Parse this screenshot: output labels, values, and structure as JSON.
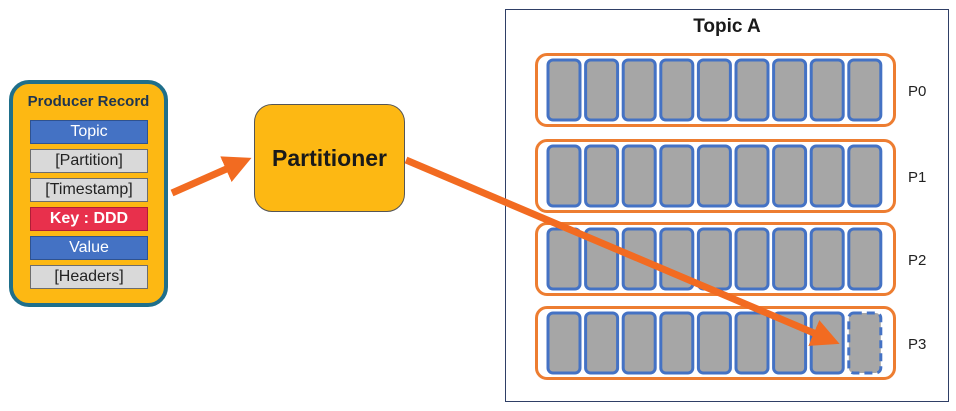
{
  "producer_record": {
    "title": "Producer Record",
    "fields": [
      "Topic",
      "[Partition]",
      "[Timestamp]",
      "Key : DDD",
      "Value",
      "[Headers]"
    ]
  },
  "partitioner": {
    "label": "Partitioner"
  },
  "topic": {
    "title": "Topic A",
    "partitions": [
      {
        "name": "P0",
        "records": 9
      },
      {
        "name": "P1",
        "records": 9
      },
      {
        "name": "P2",
        "records": 9
      },
      {
        "name": "P3",
        "records": 8,
        "incoming_records": 1
      }
    ]
  },
  "colors": {
    "record_fill": "#FDB813",
    "record_border": "#1F6F8B",
    "field_blue": "#4472C4",
    "field_grey": "#D9D9D9",
    "field_key": "#E8304C",
    "partition_border": "#ED7D31",
    "message_fill": "#A6A6A6",
    "message_border": "#4472C4",
    "arrow": "#F26B21"
  }
}
